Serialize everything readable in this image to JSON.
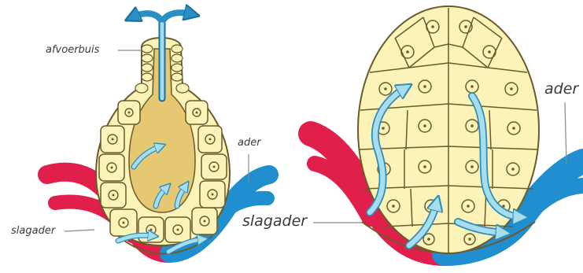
{
  "labels": {
    "afvoerbuis": "afvoerbuis",
    "ader_left": "ader",
    "slagader_left": "slagader",
    "ader_right": "ader",
    "slagader_right": "slagader"
  },
  "colors": {
    "artery": "#e0204a",
    "vein": "#1f8fd0",
    "cell_fill": "#fbf3b8",
    "cell_stroke": "#6b5a2a",
    "lumen": "#e6c873",
    "flow_arrow": "#a6def0",
    "flow_arrow_outline": "#2f8db8",
    "leader_line": "#8a8a8a"
  },
  "icons": {
    "flow": "flow-arrow-icon",
    "nucleus": "nucleus-icon"
  }
}
